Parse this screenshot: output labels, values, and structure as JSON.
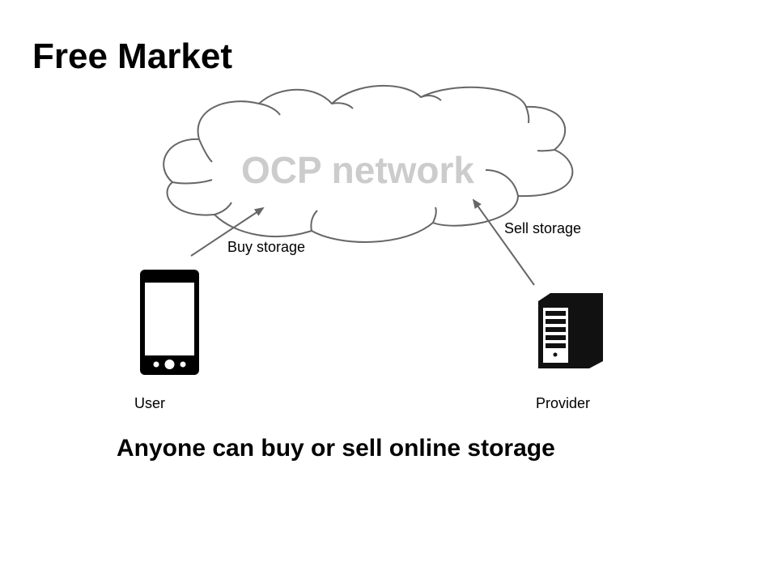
{
  "slide": {
    "title": "Free Market",
    "subtitle": "Anyone can buy or sell online storage"
  },
  "diagram": {
    "cloud": {
      "label": "OCP network",
      "label_color": "#cccccc"
    },
    "nodes": {
      "user": {
        "label": "User",
        "icon": "smartphone-icon"
      },
      "provider": {
        "label": "Provider",
        "icon": "server-icon"
      }
    },
    "edges": {
      "buy": {
        "label": "Buy storage",
        "from": "User",
        "to": "OCP network"
      },
      "sell": {
        "label": "Sell storage",
        "from": "Provider",
        "to": "OCP network"
      }
    },
    "colors": {
      "arrow": "#666666",
      "cloud_stroke": "#666666",
      "icon_fill": "#000000"
    }
  }
}
